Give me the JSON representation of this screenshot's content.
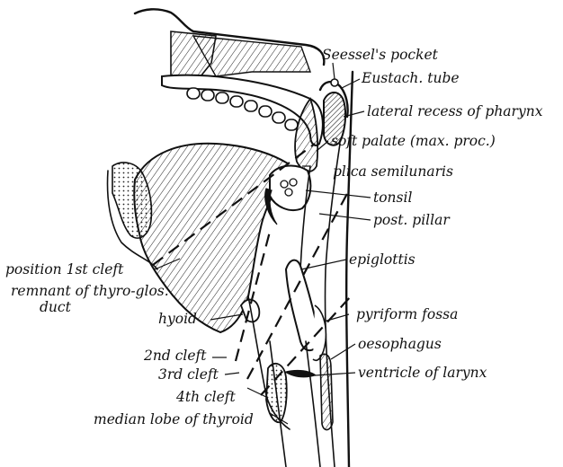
{
  "labels": {
    "seessels_pocket": "Seessel's pocket",
    "eustach_tube": "Eustach. tube",
    "lateral_recess": "lateral recess of pharynx",
    "soft_palate": "soft palate (max. proc.)",
    "plica_semilunaris": "plica semilunaris",
    "tonsil": "tonsil",
    "post_pillar": "post. pillar",
    "epiglottis": "epiglottis",
    "position_1st_cleft": "position 1st cleft",
    "remnant_line1": "remnant of thyro-glos.",
    "remnant_line2": "duct",
    "hyoid": "hyoid",
    "pyriform_fossa": "pyriform fossa",
    "oesophagus": "oesophagus",
    "second_cleft": "2nd cleft",
    "third_cleft": "3rd cleft",
    "fourth_cleft": "4th cleft",
    "ventricle_of_larynx": "ventricle of larynx",
    "median_lobe": "median lobe of thyroid"
  },
  "colors": {
    "ink": "#111111",
    "paper": "#ffffff"
  }
}
